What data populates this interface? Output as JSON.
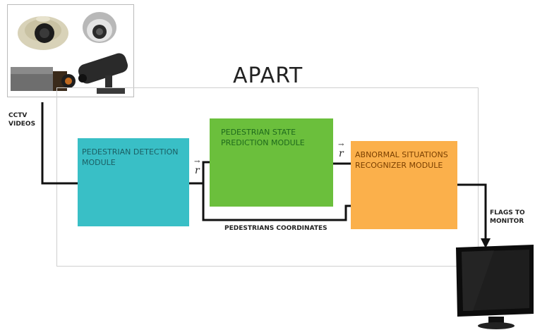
{
  "title": "APART",
  "input_label": [
    "CCTV",
    "VIDEOS"
  ],
  "output_label": [
    "FLAGS TO",
    "MONITOR"
  ],
  "modules": {
    "detection": "PEDESTRIAN DETECTION MODULE",
    "prediction": "PEDESTRIAN STATE PREDICTION MODULE",
    "abnormal": "ABNORMAL SITUATIONS RECOGNIZER MODULE"
  },
  "coords_label": "PEDESTRIANS COORDINATES",
  "vector_symbol": "r",
  "colors": {
    "detection": "#39bfc6",
    "prediction": "#6bbf3c",
    "abnormal": "#fbb04b"
  }
}
